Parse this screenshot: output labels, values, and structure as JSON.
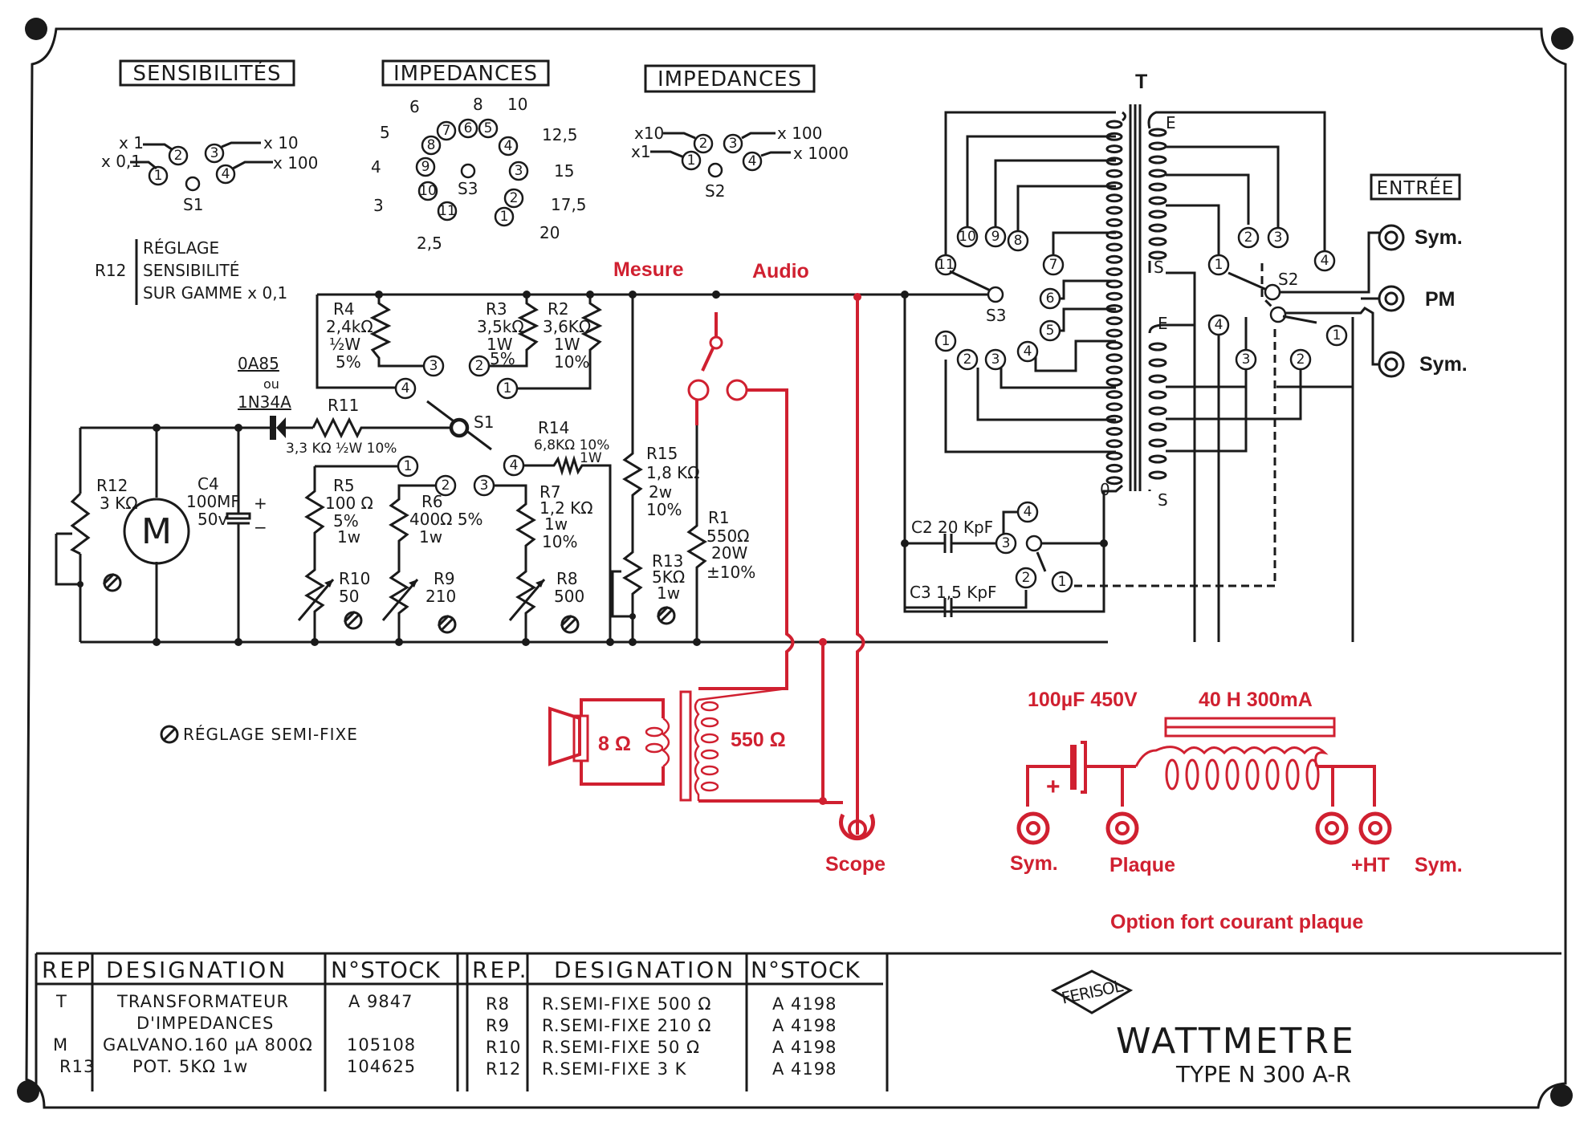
{
  "sections": {
    "sensibilites": "SENSIBILITÉS",
    "impedances_s3": "IMPEDANCES",
    "impedances_s2": "IMPEDANCES",
    "entree": "ENTRÉE",
    "transformer": "T"
  },
  "s1_selector": {
    "name": "S1",
    "positions": [
      {
        "pin": "1",
        "label": "x 0,1"
      },
      {
        "pin": "2",
        "label": "x 1"
      },
      {
        "pin": "3",
        "label": "x 10"
      },
      {
        "pin": "4",
        "label": "x 100"
      }
    ]
  },
  "s3_selector": {
    "name": "S3",
    "positions": [
      {
        "pin": "1",
        "label": "20"
      },
      {
        "pin": "2",
        "label": "17,5"
      },
      {
        "pin": "3",
        "label": "15"
      },
      {
        "pin": "4",
        "label": "12,5"
      },
      {
        "pin": "5",
        "label": "10"
      },
      {
        "pin": "6",
        "label": "8"
      },
      {
        "pin": "7",
        "label": "6"
      },
      {
        "pin": "8",
        "label": "5"
      },
      {
        "pin": "9",
        "label": "4"
      },
      {
        "pin": "10",
        "label": "3"
      },
      {
        "pin": "11",
        "label": "2,5"
      }
    ]
  },
  "s2_selector": {
    "name": "S2",
    "positions": [
      {
        "pin": "1",
        "label": "x1"
      },
      {
        "pin": "2",
        "label": "x10"
      },
      {
        "pin": "3",
        "label": "x 100"
      },
      {
        "pin": "4",
        "label": "x 1000"
      }
    ]
  },
  "r12_note": {
    "ref": "R12",
    "lines": [
      "RÉGLAGE",
      "SENSIBILITÉ",
      "SUR GAMME x 0,1"
    ]
  },
  "components": {
    "r4": [
      "R4",
      "2,4kΩ",
      "½W",
      "5%"
    ],
    "r3": [
      "R3",
      "3,5kΩ",
      "1W",
      "5%"
    ],
    "r2": [
      "R2",
      "3,6KΩ",
      "1W",
      "10%"
    ],
    "r11": [
      "R11",
      "3,3 KΩ ½W 10%"
    ],
    "r14": [
      "R14",
      "6,8KΩ 10%",
      "1W"
    ],
    "diode": [
      "0A85",
      "ou",
      "1N34A"
    ],
    "r12": [
      "R12",
      "3 KΩ"
    ],
    "meter": "M",
    "c4": [
      "C4",
      "100MF",
      "50v",
      "+",
      "−"
    ],
    "r5": [
      "R5",
      "100 Ω",
      "5%",
      "1w"
    ],
    "r6": [
      "R6",
      "400Ω 5%",
      "1w"
    ],
    "r7": [
      "R7",
      "1,2 KΩ",
      "1w",
      "10%"
    ],
    "r10": [
      "R10",
      "50"
    ],
    "r9": [
      "R9",
      "210"
    ],
    "r8": [
      "R8",
      "500"
    ],
    "r15": [
      "R15",
      "1,8 KΩ",
      "2w",
      "10%"
    ],
    "r13": [
      "R13",
      "5KΩ",
      "1w"
    ],
    "r1": [
      "R1",
      "550Ω",
      "20W",
      "±10%"
    ],
    "c2": "C2 20 KpF",
    "c3": "C3 1,5 KpF",
    "s1": "S1",
    "s2": "S2",
    "s3": "S3"
  },
  "transformer_taps": {
    "primary_end": "0",
    "sec_top_e": "E",
    "sec_top_s": "S",
    "sec_bot_e": "E",
    "sec_bot_s": "S"
  },
  "entree_jacks": [
    "Sym.",
    "PM",
    "Sym."
  ],
  "legend": {
    "symbol": "⊘",
    "text": "RÉGLAGE SEMI-FIXE"
  },
  "mod": {
    "mesure": "Mesure",
    "audio": "Audio",
    "spk_imp": "8 Ω",
    "xfmr_imp": "550 Ω",
    "scope": "Scope",
    "cap_label": "100µF 450V",
    "choke_label": "40 H 300mA",
    "plus": "+",
    "jacks": [
      "Sym.",
      "Plaque",
      "+HT",
      "Sym."
    ],
    "option_title": "Option fort courant plaque",
    "accent_color": "#d02030"
  },
  "parts_table_left": {
    "headers": [
      "REP.",
      "DESIGNATION",
      "N°STOCK"
    ],
    "rows": [
      {
        "rep": "T",
        "designation": "TRANSFORMATEUR",
        "stock": "A 9847"
      },
      {
        "rep": "",
        "designation": "D'IMPEDANCES",
        "stock": ""
      },
      {
        "rep": "M",
        "designation": "GALVANO.160 µA 800Ω",
        "stock": "105108"
      },
      {
        "rep": "R13",
        "designation": "POT. 5KΩ 1w",
        "stock": "104625"
      }
    ]
  },
  "parts_table_right": {
    "headers": [
      "REP.",
      "DESIGNATION",
      "N°STOCK"
    ],
    "rows": [
      {
        "rep": "R8",
        "designation": "R.SEMI-FIXE 500 Ω",
        "stock": "A 4198"
      },
      {
        "rep": "R9",
        "designation": "R.SEMI-FIXE 210 Ω",
        "stock": "A 4198"
      },
      {
        "rep": "R10",
        "designation": "R.SEMI-FIXE  50 Ω",
        "stock": "A 4198"
      },
      {
        "rep": "R12",
        "designation": "R.SEMI-FIXE   3 K",
        "stock": "A 4198"
      }
    ]
  },
  "title_block": {
    "brand": "FERISOL",
    "title": "WATTMETRE",
    "type": "TYPE N 300 A-R"
  }
}
